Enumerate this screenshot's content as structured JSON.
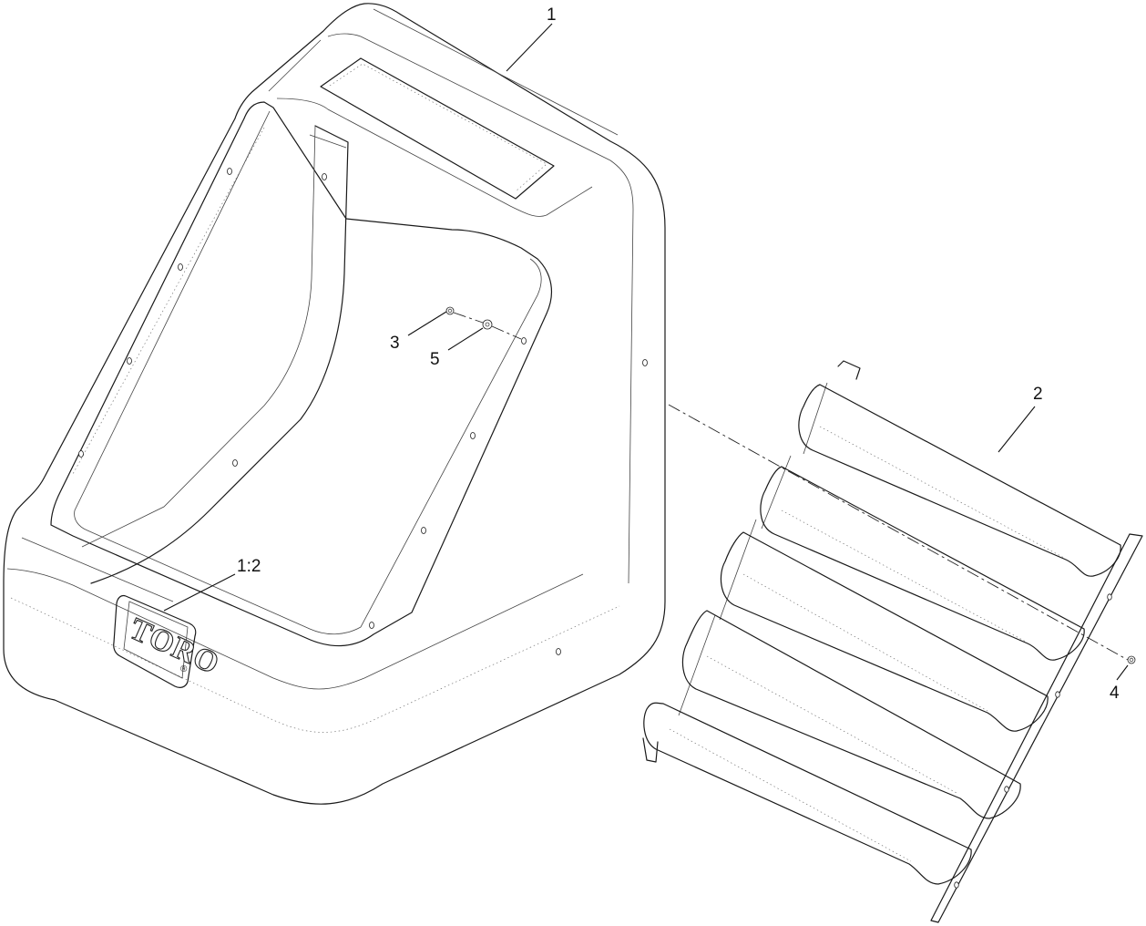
{
  "callouts": [
    {
      "id": "1",
      "label": "1"
    },
    {
      "id": "2",
      "label": "2"
    },
    {
      "id": "3",
      "label": "3"
    },
    {
      "id": "4",
      "label": "4"
    },
    {
      "id": "5",
      "label": "5"
    },
    {
      "id": "1-2",
      "label": "1:2"
    }
  ],
  "decal": {
    "brand_text": "TORO",
    "registered_mark": "®"
  }
}
